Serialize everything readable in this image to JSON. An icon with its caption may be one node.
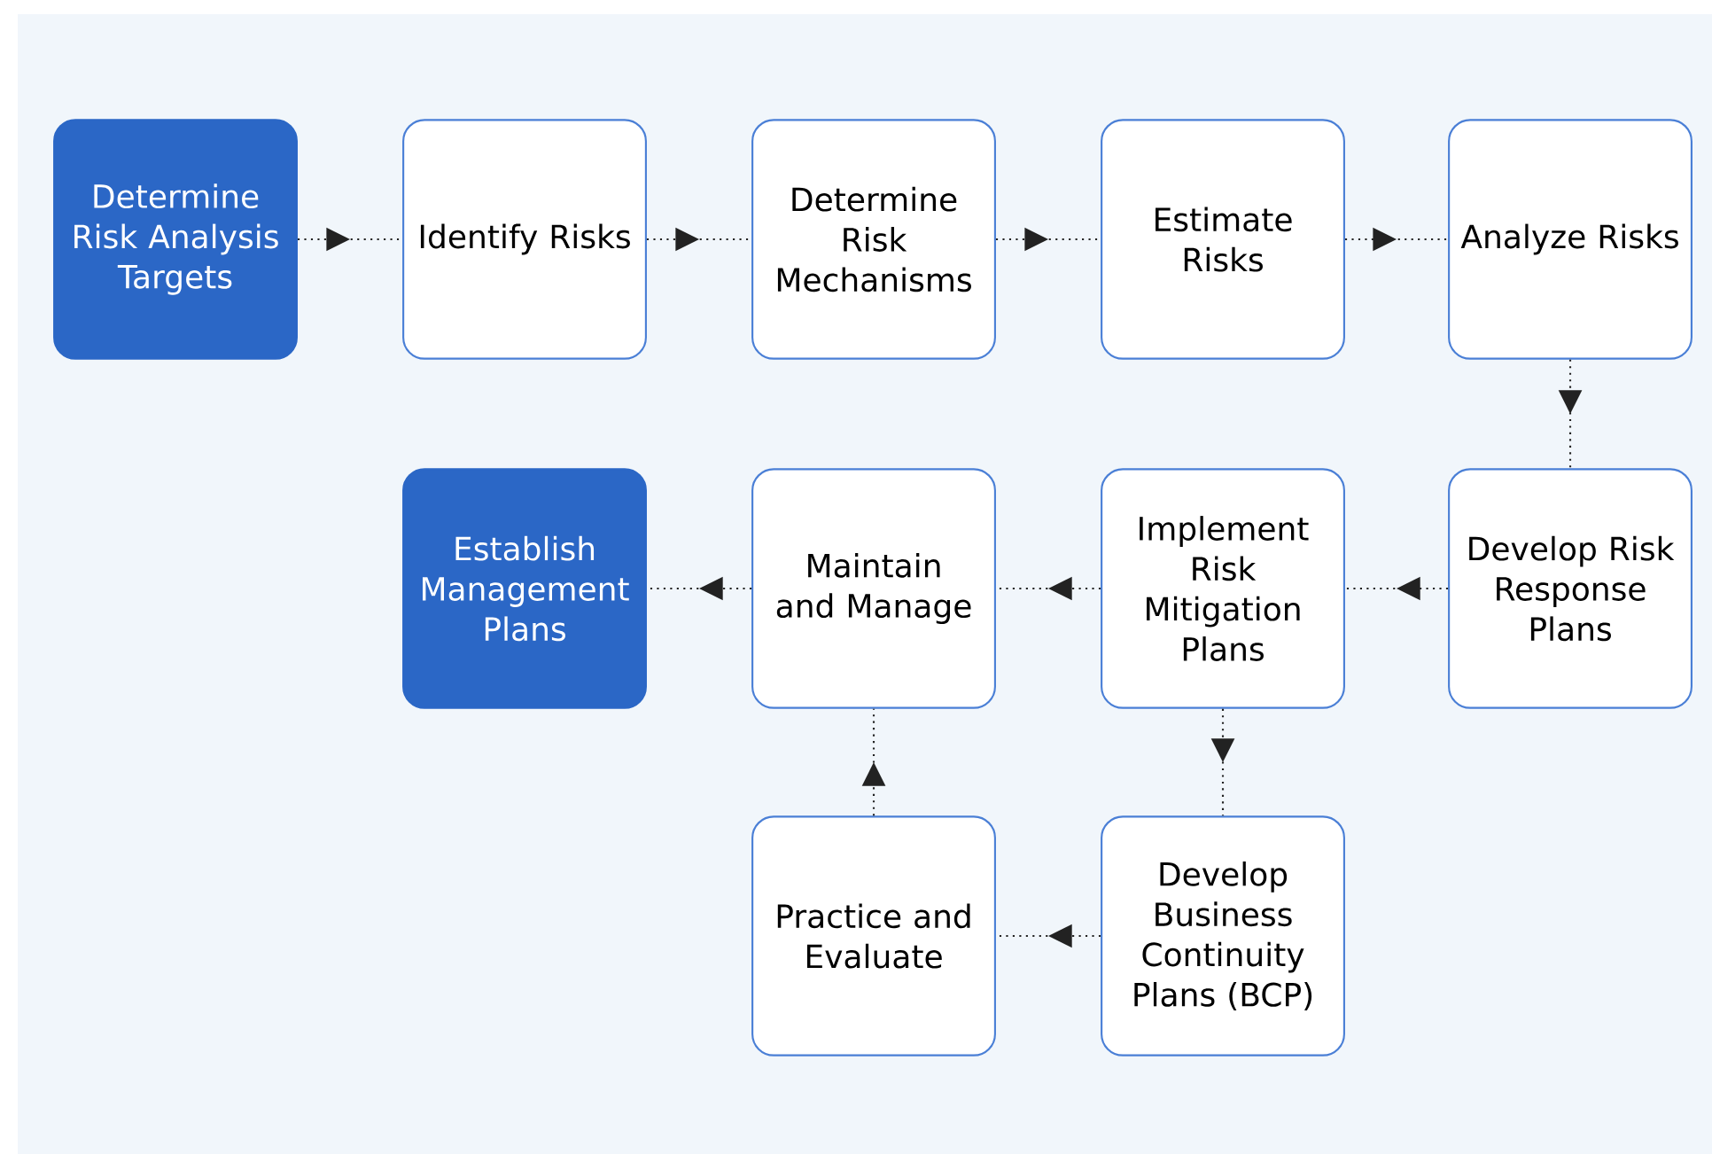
{
  "diagram": {
    "nodes": [
      {
        "text": [
          "Determine Risk Analysis Targets"
        ]
      },
      {
        "text": [
          "Identify Risks"
        ]
      },
      {
        "text": [
          "Determine Risk Mechanisms"
        ]
      },
      {
        "text": [
          "Estimate Risks"
        ]
      },
      {
        "text": [
          "Analyze Risks"
        ]
      },
      {
        "text": [
          "Establish Management Plans"
        ]
      },
      {
        "text": [
          "Maintain and Manage"
        ]
      },
      {
        "text": [
          "Implement Risk Mitigation Plans"
        ]
      },
      {
        "text": [
          "Develop Risk Response Plans"
        ]
      },
      {
        "text": [
          "Practice and Evaluate"
        ]
      },
      {
        "text": [
          "Develop Business Continuity Plans (BCP)"
        ]
      }
    ],
    "edges": [
      {
        "from": 0,
        "to": 1,
        "arrow": "to",
        "style": "dashed"
      },
      {
        "from": 1,
        "to": 2,
        "arrow": "to",
        "style": "dashed"
      },
      {
        "from": 2,
        "to": 3,
        "arrow": "to",
        "style": "dashed"
      },
      {
        "from": 3,
        "to": 4,
        "arrow": "to",
        "style": "dashed"
      },
      {
        "from": 4,
        "to": 8,
        "arrow": "to",
        "style": "dashed"
      },
      {
        "from": 8,
        "to": 7,
        "arrow": "to",
        "style": "dashed"
      },
      {
        "from": 7,
        "to": 6,
        "arrow": "to",
        "style": "dashed"
      },
      {
        "from": 6,
        "to": 5,
        "arrow": "to",
        "style": "dashed"
      },
      {
        "from": 7,
        "to": 10,
        "arrow": "to",
        "style": "dashed"
      },
      {
        "from": 10,
        "to": 9,
        "arrow": "to",
        "style": "dashed"
      },
      {
        "from": 9,
        "to": 6,
        "arrow": "to",
        "style": "dashed"
      }
    ]
  }
}
